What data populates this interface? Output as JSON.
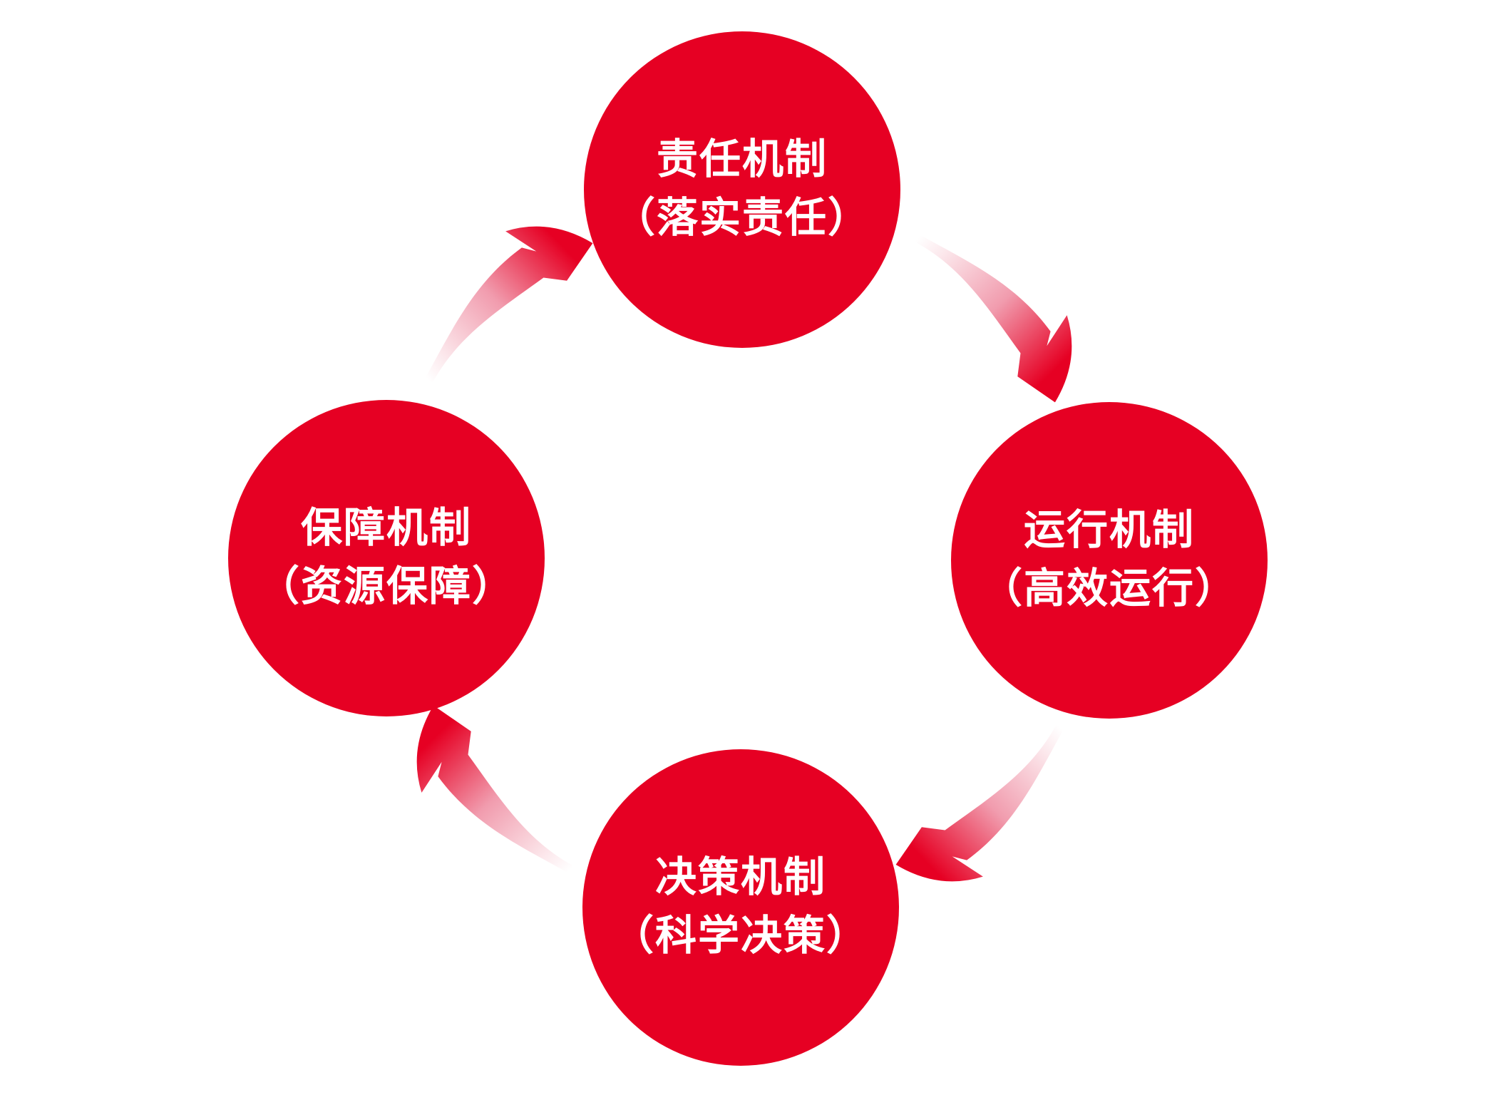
{
  "diagram": {
    "type": "cycle",
    "direction": "clockwise",
    "colors": {
      "node_fill": "#E60023",
      "label_text": "#FFFFFF",
      "arrow_head": "#E60023",
      "arrow_mid": "#F19CAE",
      "arrow_tail": "#FCE9ED",
      "background": "#FFFFFF"
    },
    "nodes": [
      {
        "id": "responsibility",
        "position": "top",
        "title": "责任机制",
        "subtitle": "（落实责任）"
      },
      {
        "id": "operation",
        "position": "right",
        "title": "运行机制",
        "subtitle": "（高效运行）"
      },
      {
        "id": "decision",
        "position": "bottom",
        "title": "决策机制",
        "subtitle": "（科学决策）"
      },
      {
        "id": "guarantee",
        "position": "left",
        "title": "保障机制",
        "subtitle": "（资源保障）"
      }
    ],
    "arrows": [
      {
        "from": "responsibility",
        "to": "operation"
      },
      {
        "from": "operation",
        "to": "decision"
      },
      {
        "from": "decision",
        "to": "guarantee"
      },
      {
        "from": "guarantee",
        "to": "responsibility"
      }
    ]
  }
}
